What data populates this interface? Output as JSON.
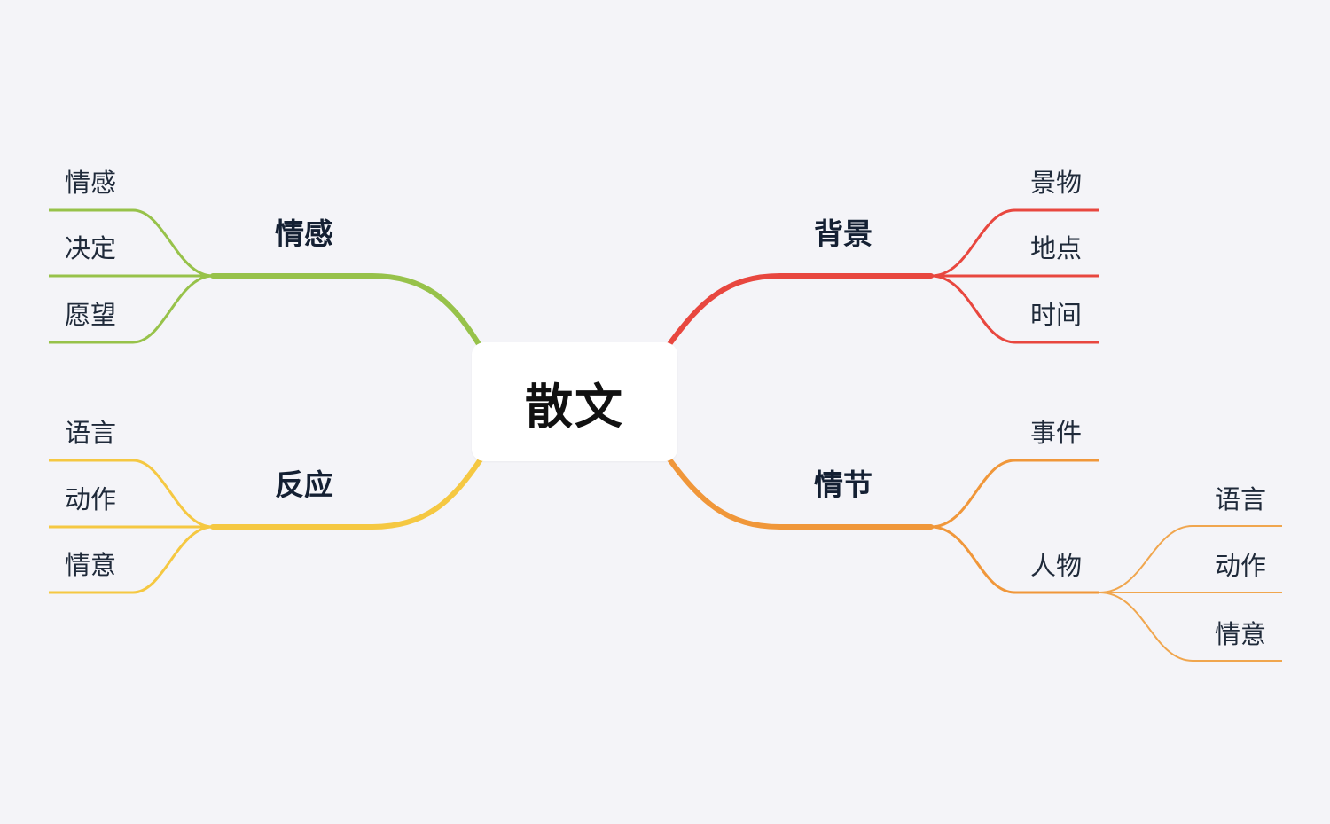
{
  "root": {
    "label": "散文"
  },
  "branches": {
    "emotion": {
      "label": "情感",
      "color": "#97c24a",
      "children": [
        "情感",
        "决定",
        "愿望"
      ]
    },
    "reaction": {
      "label": "反应",
      "color": "#f5c842",
      "children": [
        "语言",
        "动作",
        "情意"
      ]
    },
    "background": {
      "label": "背景",
      "color": "#e8473f",
      "children": [
        "景物",
        "地点",
        "时间"
      ]
    },
    "plot": {
      "label": "情节",
      "color": "#f0973a",
      "children": [
        "事件",
        "人物"
      ],
      "person_children": [
        "语言",
        "动作",
        "情意"
      ]
    }
  }
}
